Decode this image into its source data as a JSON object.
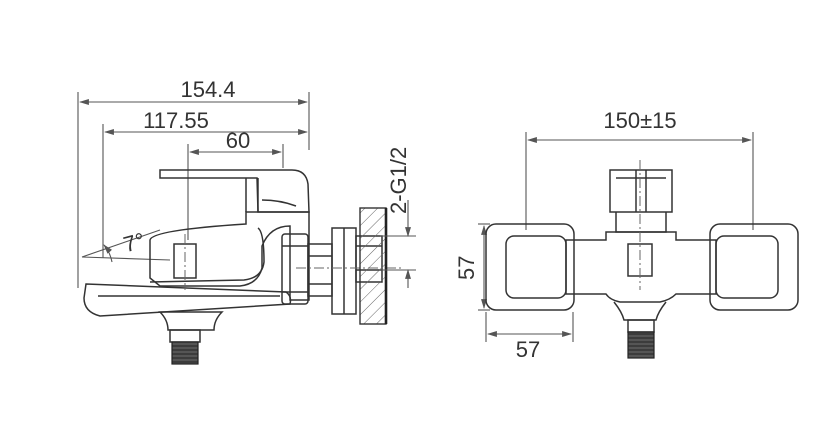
{
  "side_view": {
    "dim_overall": "154.4",
    "dim_spout": "117.55",
    "dim_handle": "60",
    "dim_angle": "7°",
    "dim_thread": "2-G1/2"
  },
  "front_view": {
    "dim_centers": "150±15",
    "dim_height": "57",
    "dim_width": "57"
  },
  "colors": {
    "line": "#333333",
    "thread_fill": "#333333",
    "background": "#ffffff"
  }
}
